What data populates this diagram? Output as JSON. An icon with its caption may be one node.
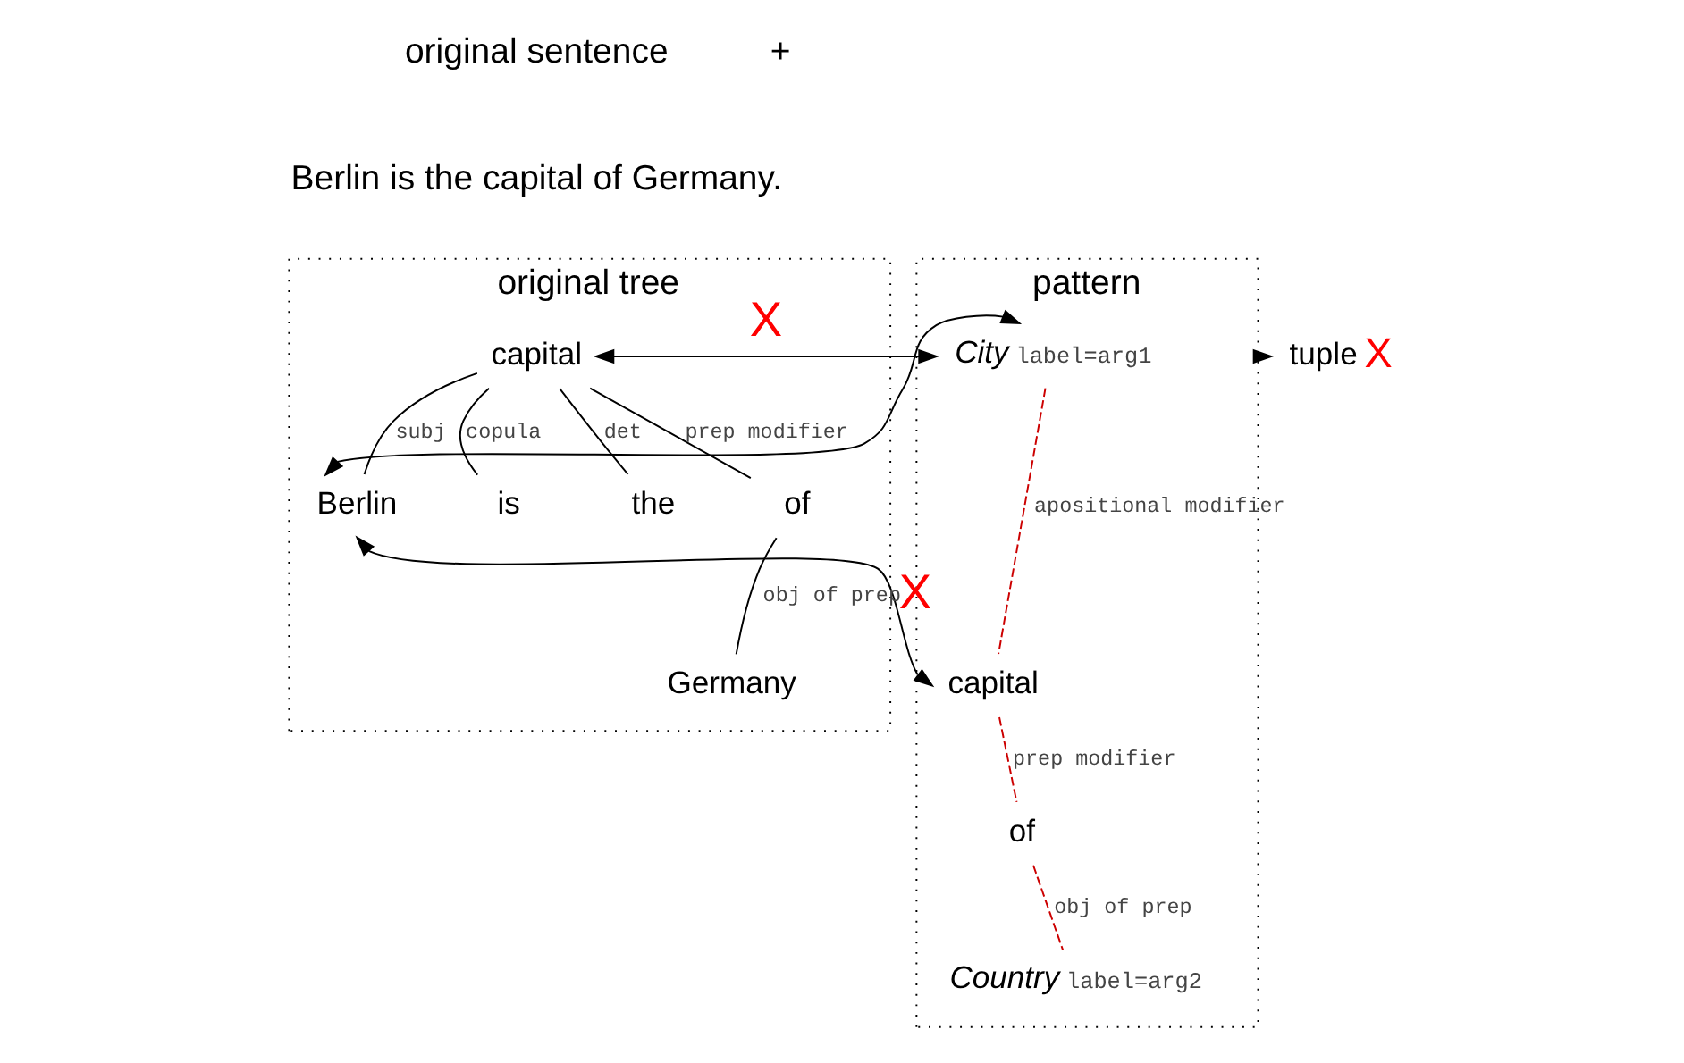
{
  "diagram": {
    "nodes": [
      {
        "text": [
          "original tree"
        ]
      },
      {
        "text": [
          "capital"
        ],
        "in": 0
      },
      {
        "text": [
          "Berlin"
        ],
        "in": 0
      },
      {
        "text": [
          "is"
        ],
        "in": 0
      },
      {
        "text": [
          "the"
        ],
        "in": 0
      },
      {
        "text": [
          "of"
        ],
        "in": 0
      },
      {
        "text": [
          "Germany"
        ],
        "in": 0
      },
      {
        "text": [
          "pattern"
        ]
      },
      {
        "text": [
          "City"
        ],
        "in": 7,
        "beside": [
          "label=arg1"
        ]
      },
      {
        "text": [
          "capital"
        ],
        "in": 7
      },
      {
        "text": [
          "of"
        ],
        "in": 7
      },
      {
        "text": [
          "Country"
        ],
        "in": 7,
        "beside": [
          "label=arg2"
        ]
      },
      {
        "text": [
          "tuple"
        ],
        "beside": [
          "X"
        ]
      }
    ],
    "edges": [
      {
        "from": 1,
        "to": 2,
        "arrow": "none",
        "label": "subj"
      },
      {
        "from": 1,
        "to": 3,
        "arrow": "none",
        "label": "copula"
      },
      {
        "from": 1,
        "to": 4,
        "arrow": "none",
        "label": "det"
      },
      {
        "from": 1,
        "to": 5,
        "arrow": "none",
        "label": "prep modifier"
      },
      {
        "from": 5,
        "to": 6,
        "arrow": "none",
        "label": "obj of prep"
      },
      {
        "from": 2,
        "to": 8,
        "arrow": "both"
      },
      {
        "from": 1,
        "to": 8,
        "arrow": "both",
        "label": "X"
      },
      {
        "from": 2,
        "to": 9,
        "arrow": "both",
        "label": "X"
      },
      {
        "from": 8,
        "to": 9,
        "arrow": "none",
        "label": "apositional modifier",
        "style": "dashed",
        "color": "#cc0000"
      },
      {
        "from": 9,
        "to": 10,
        "arrow": "none",
        "label": "prep modifier",
        "style": "dashed",
        "color": "#cc0000"
      },
      {
        "from": 10,
        "to": 11,
        "arrow": "none",
        "label": "obj of prep",
        "style": "dashed",
        "color": "#cc0000"
      },
      {
        "from": 7,
        "to": 12,
        "arrow": "to"
      }
    ],
    "labels": [
      "original sentence",
      "Berlin is the capital of Germany.",
      "+"
    ]
  }
}
